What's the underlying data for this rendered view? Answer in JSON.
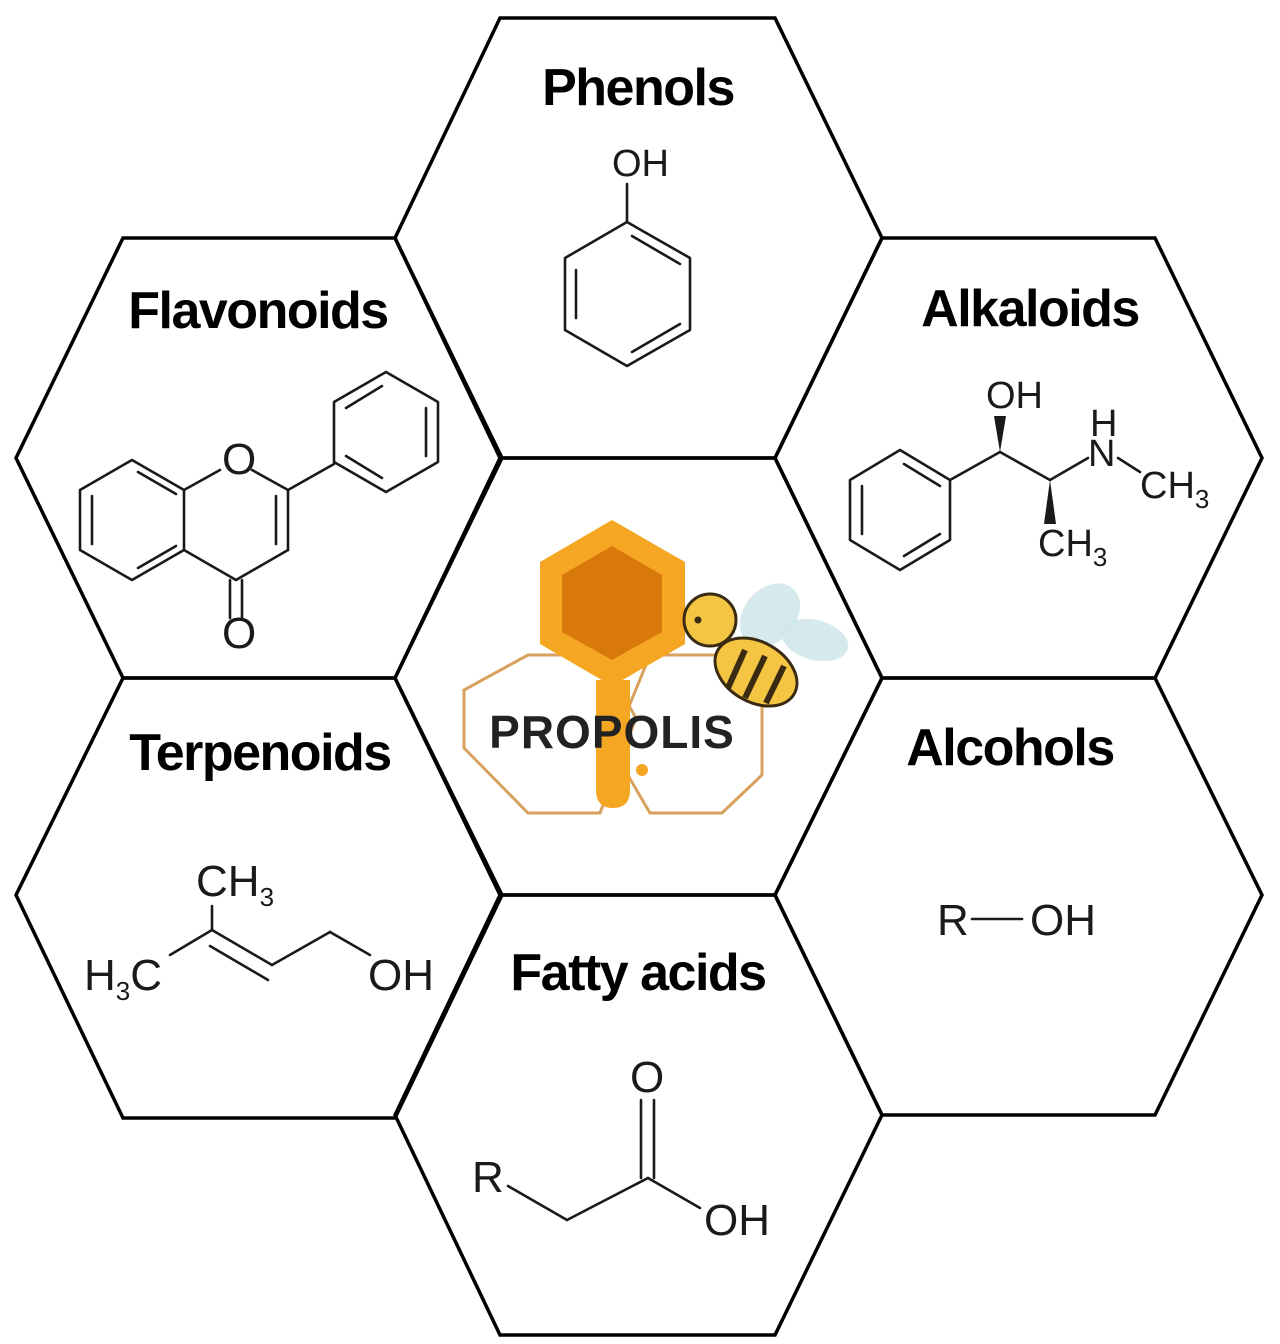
{
  "cells": {
    "phenols": {
      "title": "Phenols",
      "atoms": {
        "oh": "OH"
      }
    },
    "flavonoids": {
      "title": "Flavonoids",
      "atoms": {
        "o_ring": "O",
        "o_keto": "O"
      }
    },
    "alkaloids": {
      "title": "Alkaloids",
      "atoms": {
        "oh": "OH",
        "h": "H",
        "n": "N",
        "ch": "CH",
        "ch3_sub": "3",
        "ch2": "CH",
        "ch3_sub2": "3"
      }
    },
    "terpenoids": {
      "title": "Terpenoids",
      "atoms": {
        "ch_top": "CH",
        "ch_top_sub": "3",
        "h3c_h": "H",
        "h3c_sub": "3",
        "h3c_c": "C",
        "oh": "OH"
      }
    },
    "alcohols": {
      "title": "Alcohols",
      "atoms": {
        "r": "R",
        "oh": "OH"
      }
    },
    "fatty_acids": {
      "title": "Fatty acids",
      "atoms": {
        "o": "O",
        "r": "R",
        "oh": "OH"
      }
    }
  },
  "center": {
    "logo_text": "PROPOLIS"
  },
  "colors": {
    "outline": "#000000",
    "honey_dark": "#d9780b",
    "honey_light": "#f5a623",
    "honey_outline": "#d8a25e",
    "bee_yellow": "#f4c542",
    "bee_stripe": "#3a2a12",
    "wing": "#cfe6ea"
  }
}
